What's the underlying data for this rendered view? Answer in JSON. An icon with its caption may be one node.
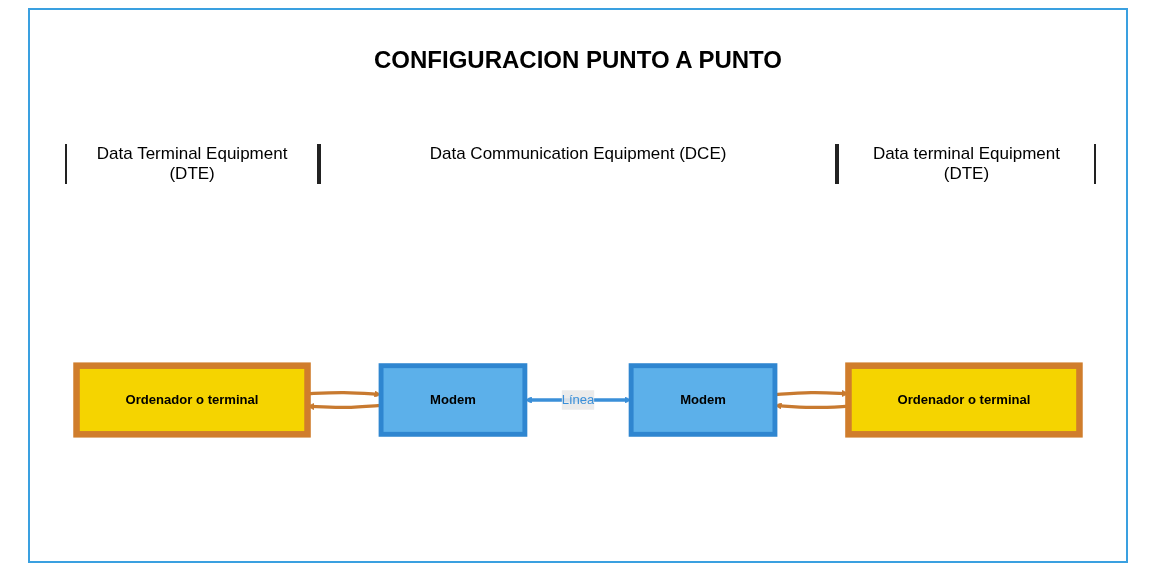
{
  "diagram": {
    "title": "CONFIGURACION PUNTO A PUNTO",
    "nodes": [
      {
        "text": [
          "Ordenador o terminal"
        ]
      },
      {
        "text": [
          "Modem"
        ]
      },
      {
        "text": [
          "Modem"
        ]
      },
      {
        "text": [
          "Ordenador o terminal"
        ]
      }
    ],
    "edges": [
      {
        "from": 0,
        "to": 1,
        "arrow": "to"
      },
      {
        "from": 1,
        "to": 0,
        "arrow": "to"
      },
      {
        "from": 1,
        "to": 2,
        "arrow": "both",
        "label": "Línea",
        "color": "#3a8fd8"
      },
      {
        "from": 2,
        "to": 3,
        "arrow": "to"
      },
      {
        "from": 3,
        "to": 2,
        "arrow": "to"
      }
    ],
    "labels": [
      "Data Terminal Equipment (DTE)",
      "Data Communication Equipment (DCE)",
      "Data terminal Equipment (DTE)"
    ]
  }
}
